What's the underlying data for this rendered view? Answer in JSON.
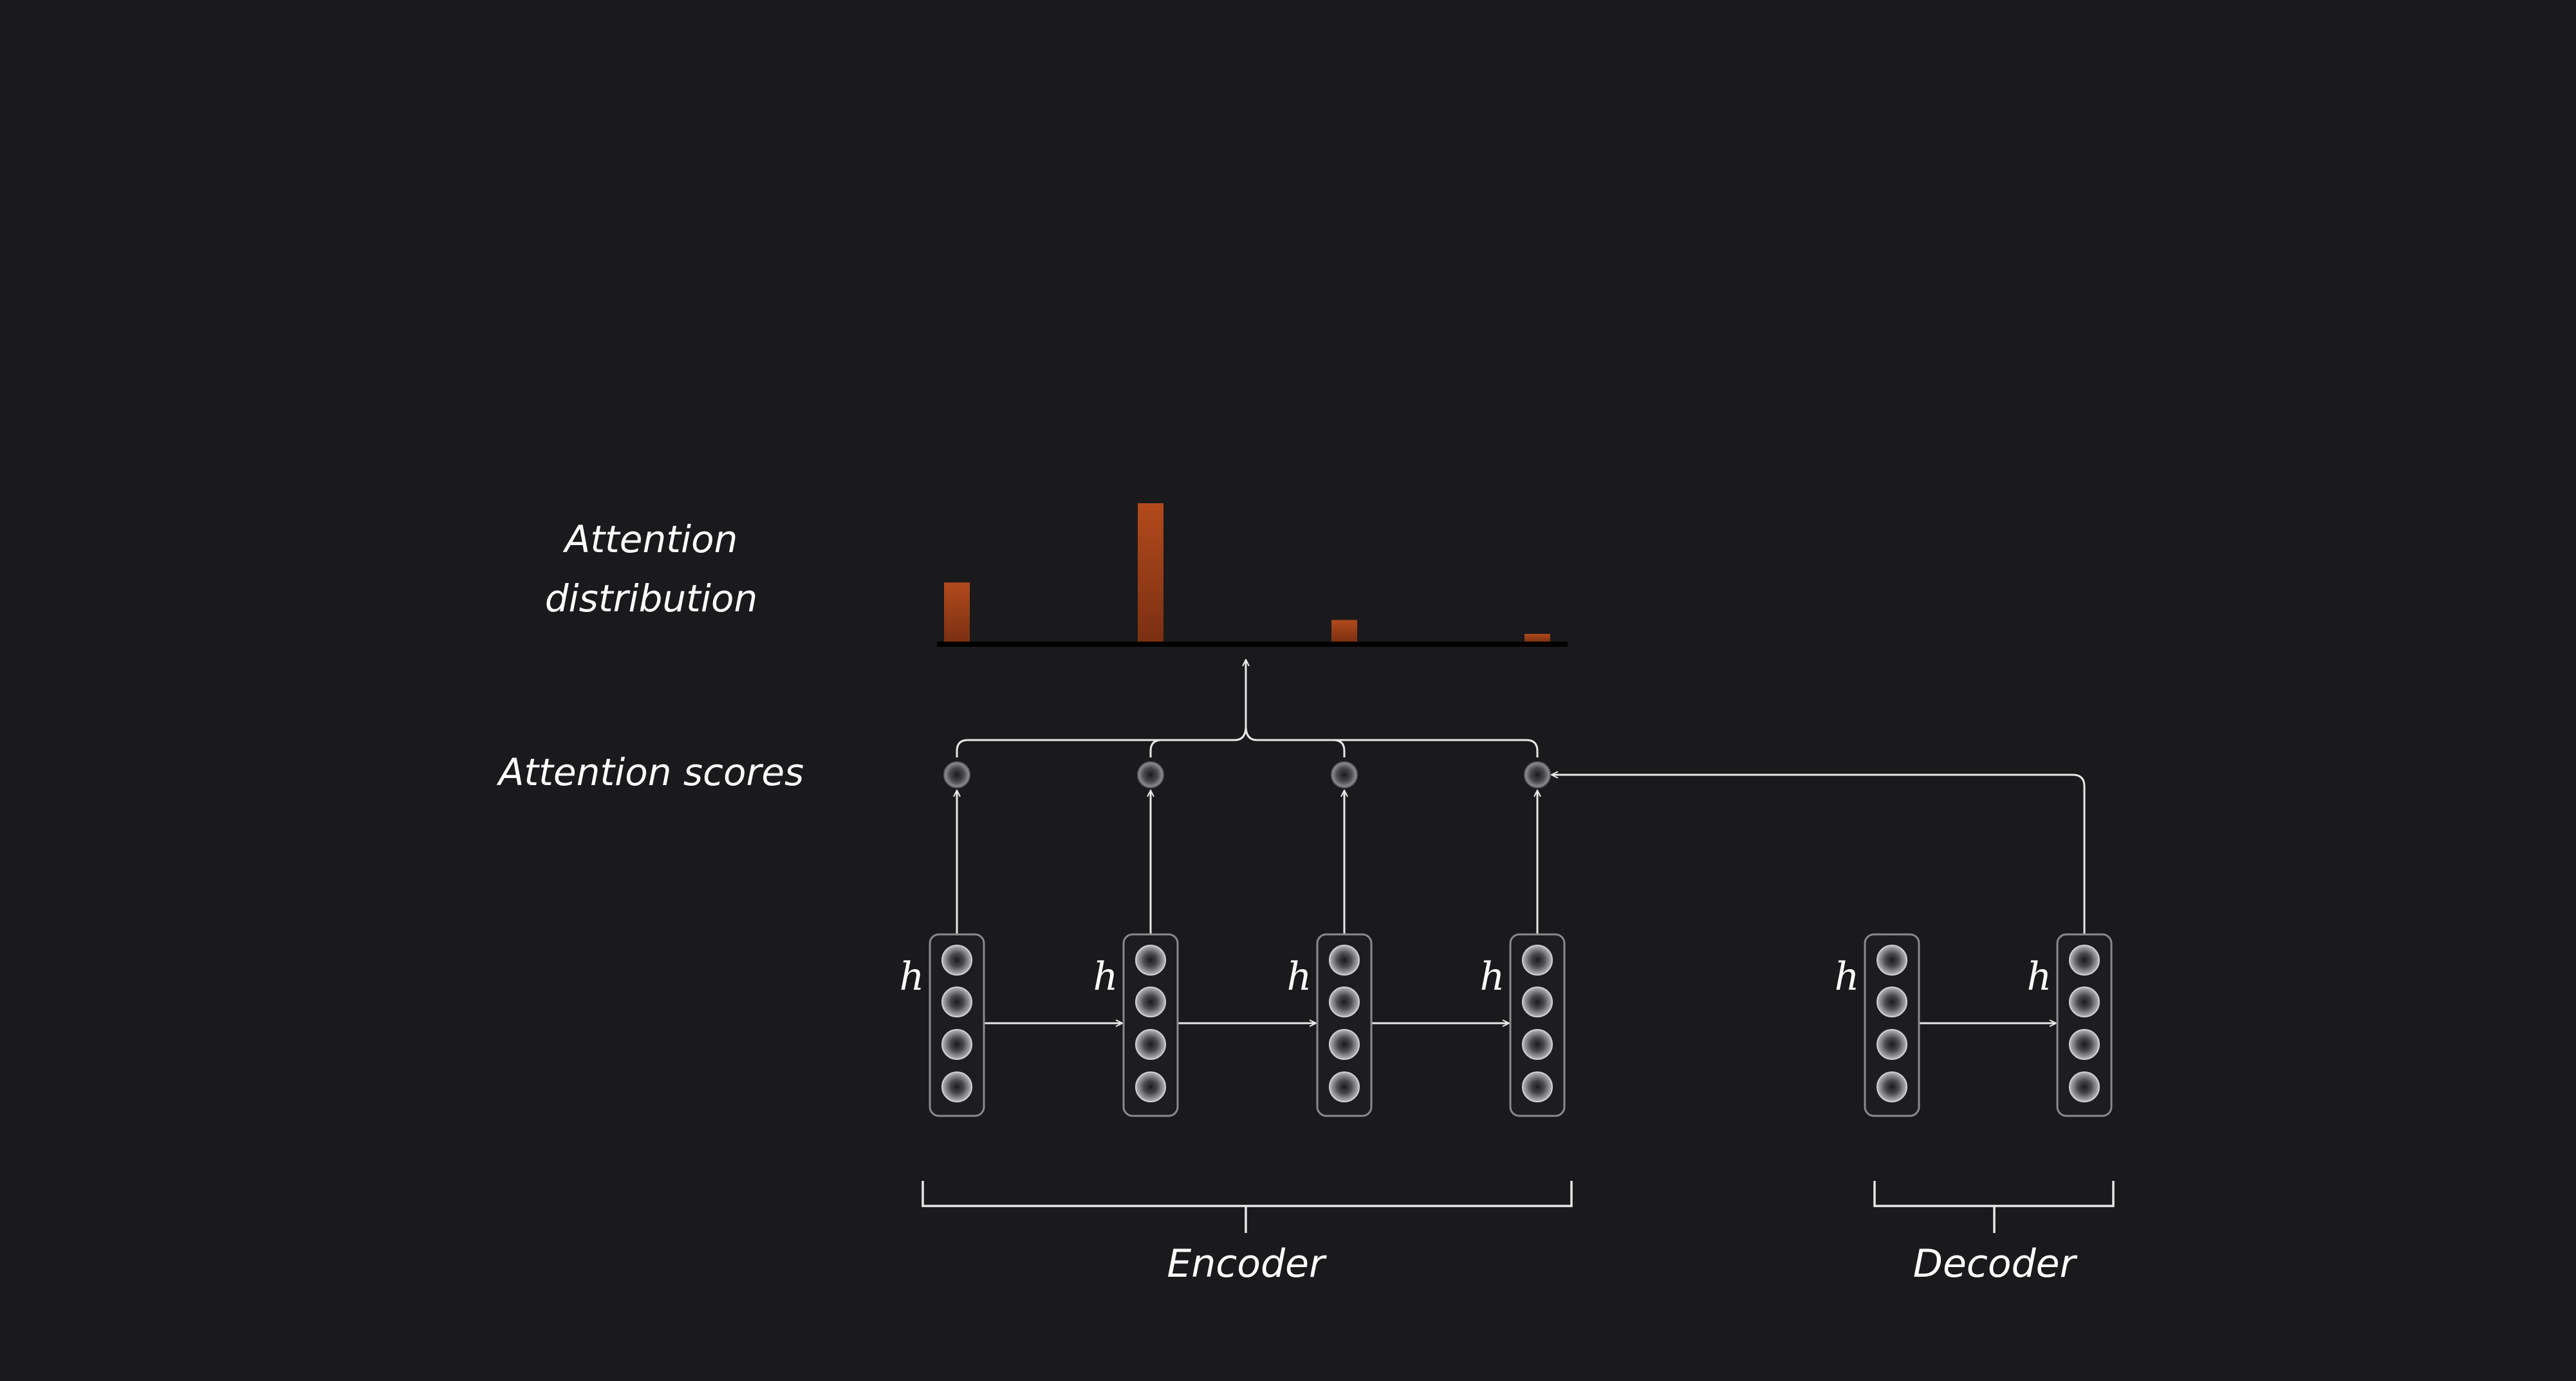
{
  "labels": {
    "attention_distribution": [
      "Attention",
      "distribution"
    ],
    "attention_scores": "Attention scores",
    "hidden_state": "h",
    "encoder": "Encoder",
    "decoder": "Decoder"
  },
  "attention_distribution": {
    "weights": [
      0.43,
      1.0,
      0.16,
      0.06
    ]
  },
  "encoder": {
    "cells": 4,
    "units_per_cell": 4
  },
  "decoder": {
    "cells": 2,
    "units_per_cell": 4
  },
  "colors": {
    "background": "#1a1a1c",
    "bar_fill": "#a9441a",
    "bar_fill_dark": "#7a2f12",
    "line": "#e8e8e8",
    "baseline": "#000000",
    "cell_border": "#8a8a8c"
  }
}
